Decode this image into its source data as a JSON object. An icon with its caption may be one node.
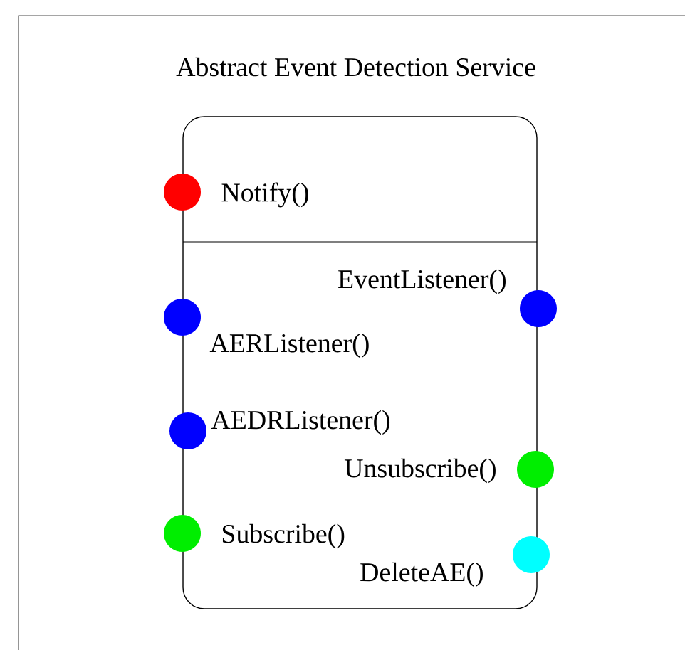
{
  "diagram": {
    "title": "Abstract Event Detection Service",
    "nodes": [
      {
        "text": [
          "Notify()",
          "EventListener()",
          "AERListener()",
          "AEDRListener()",
          "Unsubscribe()",
          "Subscribe()",
          "DeleteAE()"
        ]
      },
      {
        "text": [],
        "shape": "circle"
      },
      {
        "text": [],
        "shape": "circle"
      },
      {
        "text": [],
        "shape": "circle"
      },
      {
        "text": [],
        "shape": "circle"
      },
      {
        "text": [],
        "shape": "circle"
      },
      {
        "text": [],
        "shape": "circle"
      },
      {
        "text": [],
        "shape": "circle"
      }
    ]
  }
}
